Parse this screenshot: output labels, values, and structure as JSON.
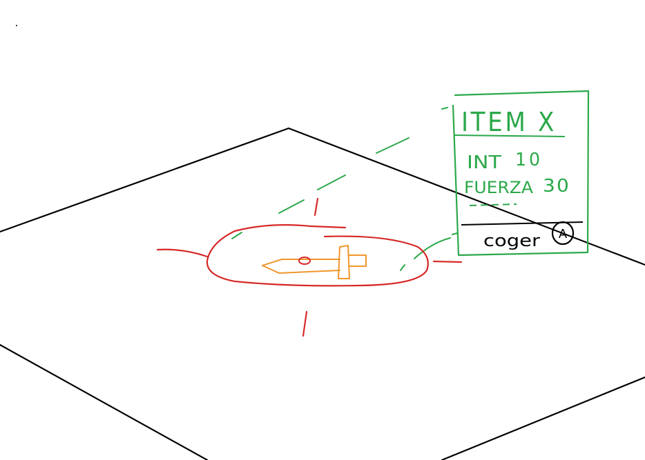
{
  "item_tooltip": {
    "title": "ITEM X",
    "stats": [
      {
        "label": "INT",
        "value": "10"
      },
      {
        "label": "FUERZA",
        "value": "30"
      }
    ],
    "action_label": "coger",
    "action_key": "A"
  },
  "colors": {
    "ground_line": "#000000",
    "highlight_ring": "#d62828",
    "item_sword": "#f0962a",
    "tooltip_frame": "#2ba84a",
    "background": "#ffffff"
  },
  "icons": {
    "item": "sword-icon",
    "action_key": "a-button-icon"
  }
}
